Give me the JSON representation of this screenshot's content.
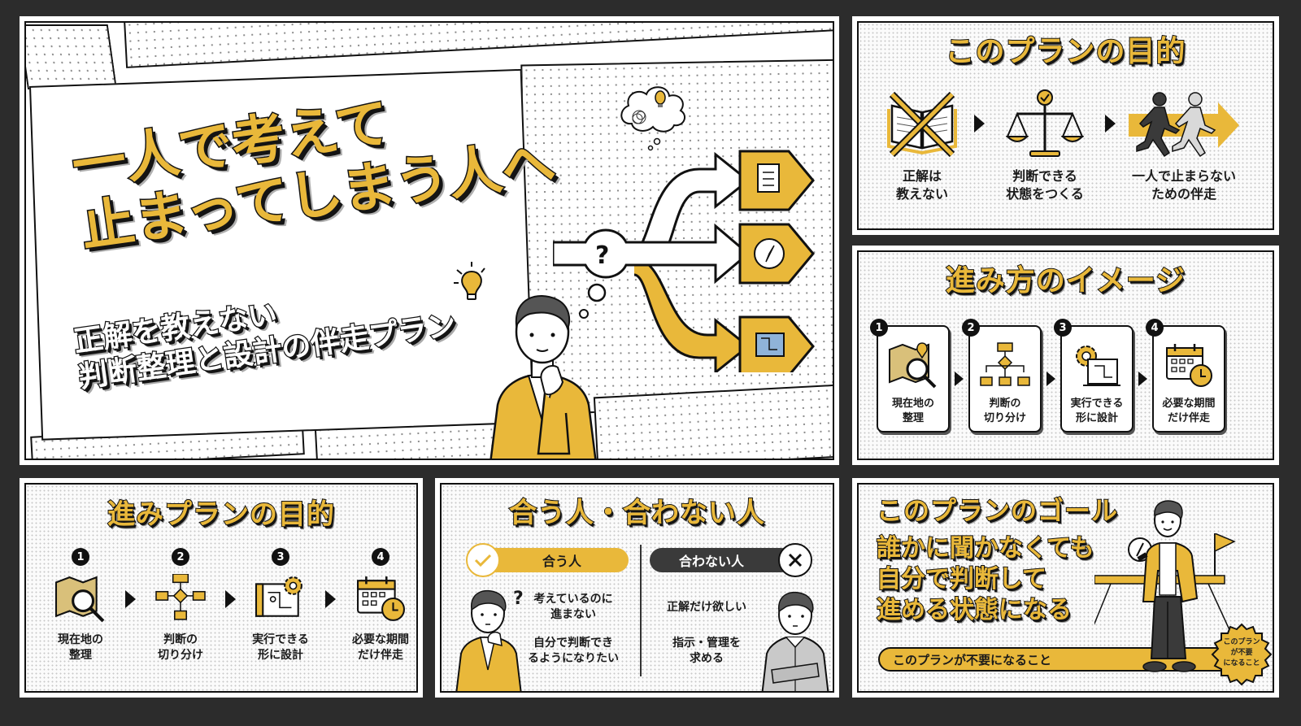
{
  "colors": {
    "background": "#2c2c2c",
    "accent_yellow": "#e9b83a",
    "ink": "#141414",
    "panel": "#ffffff",
    "gray_badge": "#3a3a3a"
  },
  "hero": {
    "headline_line1": "一人で考えて",
    "headline_line2": "止まってしまう人へ",
    "subhead_line1": "正解を教えない",
    "subhead_line2": "判断整理と設計の伴走プラン",
    "question_mark": "?",
    "branch_icons": [
      "clipboard-checklist-icon",
      "compass-icon",
      "blueprint-icon"
    ],
    "thought_icons": [
      "lightbulb-icon",
      "tangled-thought-icon"
    ]
  },
  "purpose_panel": {
    "title": "このプランの目的",
    "items": [
      {
        "icon": "crossed-book-icon",
        "line1": "正解は",
        "line2": "教えない"
      },
      {
        "icon": "balance-scale-icon",
        "line1": "判断できる",
        "line2": "状態をつくる"
      },
      {
        "icon": "running-together-icon",
        "line1": "一人で止まらない",
        "line2": "ための伴走"
      }
    ]
  },
  "flow_panel": {
    "title": "進み方のイメージ",
    "steps": [
      {
        "num": "1",
        "icon": "map-search-icon",
        "line1": "現在地の",
        "line2": "整理"
      },
      {
        "num": "2",
        "icon": "flowchart-icon",
        "line1": "判断の",
        "line2": "切り分け"
      },
      {
        "num": "3",
        "icon": "gear-blueprint-icon",
        "line1": "実行できる",
        "line2": "形に設計"
      },
      {
        "num": "4",
        "icon": "calendar-clock-icon",
        "line1": "必要な期間",
        "line2": "だけ伴走"
      }
    ]
  },
  "steps_panel": {
    "title": "進みプランの目的",
    "steps": [
      {
        "num": "1",
        "icon": "map-search-icon",
        "line1": "現在地の",
        "line2": "整理"
      },
      {
        "num": "2",
        "icon": "flowchart-icon",
        "line1": "判断の",
        "line2": "切り分け"
      },
      {
        "num": "3",
        "icon": "gear-blueprint-icon",
        "line1": "実行できる",
        "line2": "形に設計"
      },
      {
        "num": "4",
        "icon": "calendar-clock-icon",
        "line1": "必要な期間",
        "line2": "だけ伴走"
      }
    ]
  },
  "fit_panel": {
    "title": "合う人・合わない人",
    "fit": {
      "label": "合う人",
      "items": [
        {
          "line1": "考えているのに",
          "line2": "進まない"
        },
        {
          "line1": "自分で判断でき",
          "line2": "るようになりたい"
        }
      ]
    },
    "unfit": {
      "label": "合わない人",
      "items": [
        {
          "line1": "正解だけ欲しい",
          "line2": ""
        },
        {
          "line1": "指示・管理を",
          "line2": "求める"
        }
      ]
    }
  },
  "goal_panel": {
    "title": "このプランのゴール",
    "goal_line1": "誰かに聞かなくても",
    "goal_line2": "自分で判断して",
    "goal_line3": "進める状態になる",
    "banner": "このプランが不要になること",
    "badge_line1": "このプラン",
    "badge_line2": "が不要",
    "badge_line3": "になること"
  }
}
